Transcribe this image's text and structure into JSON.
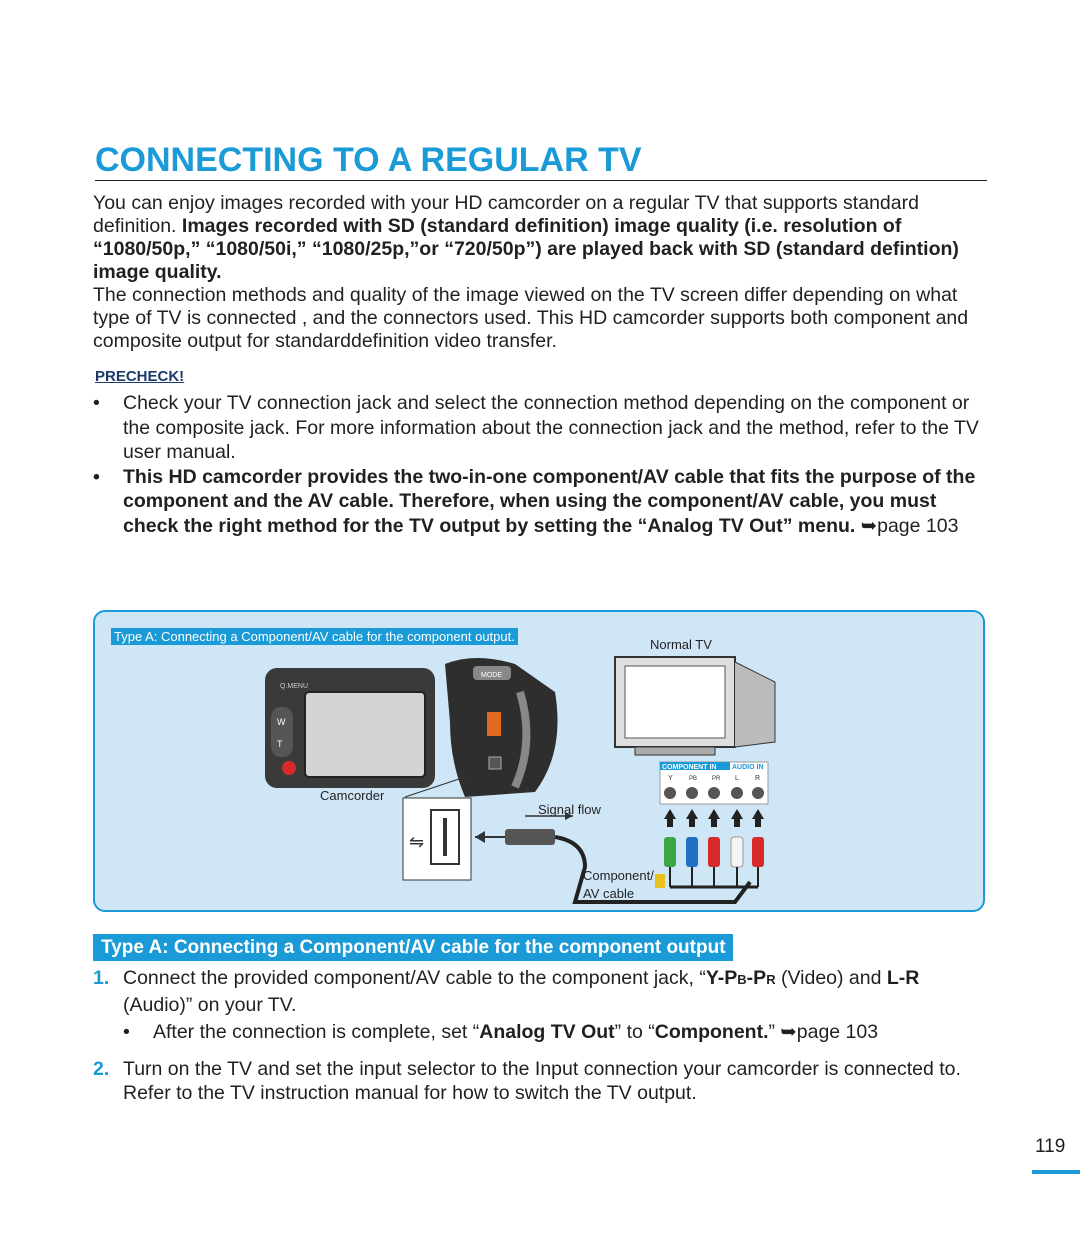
{
  "title": "CONNECTING TO A REGULAR TV",
  "intro": {
    "p1_normal": "You can enjoy images recorded with your HD camcorder on a regular TV that supports standard definition. ",
    "p1_bold": "Images recorded with SD (standard definition) image quality (i.e. resolution of “1080/50p,” “1080/50i,” “1080/25p,”or “720/50p”) are played back with SD (standard defintion) image quality.",
    "p2": "The connection methods and quality of the image viewed on the TV screen differ depending on what type of TV is connected , and the connectors used. This HD camcorder supports both component and composite output for standarddefinition video transfer."
  },
  "precheck": {
    "heading": "PRECHECK!",
    "bullet1": "Check your TV connection jack and select the connection method depending on the component or the composite jack. For more information about the connection jack and the method, refer to the TV user manual.",
    "bullet2_bold": "This HD camcorder provides the two-in-one component/AV cable that fits the purpose of the component and the AV cable. Therefore, when using the component/AV cable, you must check the right method for the TV output by setting the “Analog TV Out” menu.",
    "bullet2_ref": "page 103"
  },
  "diagram": {
    "caption": "Type A: Connecting a Component/AV cable for the component output.",
    "normal_tv": "Normal TV",
    "camcorder": "Camcorder",
    "signal_flow": "Signal flow",
    "cable_line1": "Component/",
    "cable_line2": "AV cable",
    "component_in": "COMPONENT IN",
    "audio_in": "AUDIO IN",
    "jack_labels": [
      "Y",
      "PB",
      "PR",
      "L",
      "R"
    ],
    "mode_label": "MODE",
    "menu_label": "Q.MENU",
    "zoom_w": "W",
    "zoom_t": "T",
    "colors": {
      "accent": "#1a9ad6",
      "panel": "#cfe6f6"
    }
  },
  "section": {
    "title": "Type A: Connecting a Component/AV cable for the component output"
  },
  "steps": {
    "s1_num": "1.",
    "s1_a": "Connect the provided component/AV cable to the component jack, “",
    "s1_y": "Y",
    "s1_dash1": "-",
    "s1_p1": "P",
    "s1_b": "B",
    "s1_dash2": "-",
    "s1_p2": "P",
    "s1_r": "R",
    "s1_video": " (Video) and ",
    "s1_lr": "L-R",
    "s1_end": " (Audio)” on your TV.",
    "s1_sub_a": "After the connection is complete, set “",
    "s1_sub_bold1": "Analog TV Out",
    "s1_sub_b": "” to “",
    "s1_sub_bold2": "Component.",
    "s1_sub_c": "” ",
    "s1_sub_ref": "page 103",
    "s2_num": "2.",
    "s2_text": "Turn on the TV and set the input selector to the Input connection your camcorder is connected to. Refer to the TV instruction manual for how to switch the TV output."
  },
  "page_number": "119"
}
